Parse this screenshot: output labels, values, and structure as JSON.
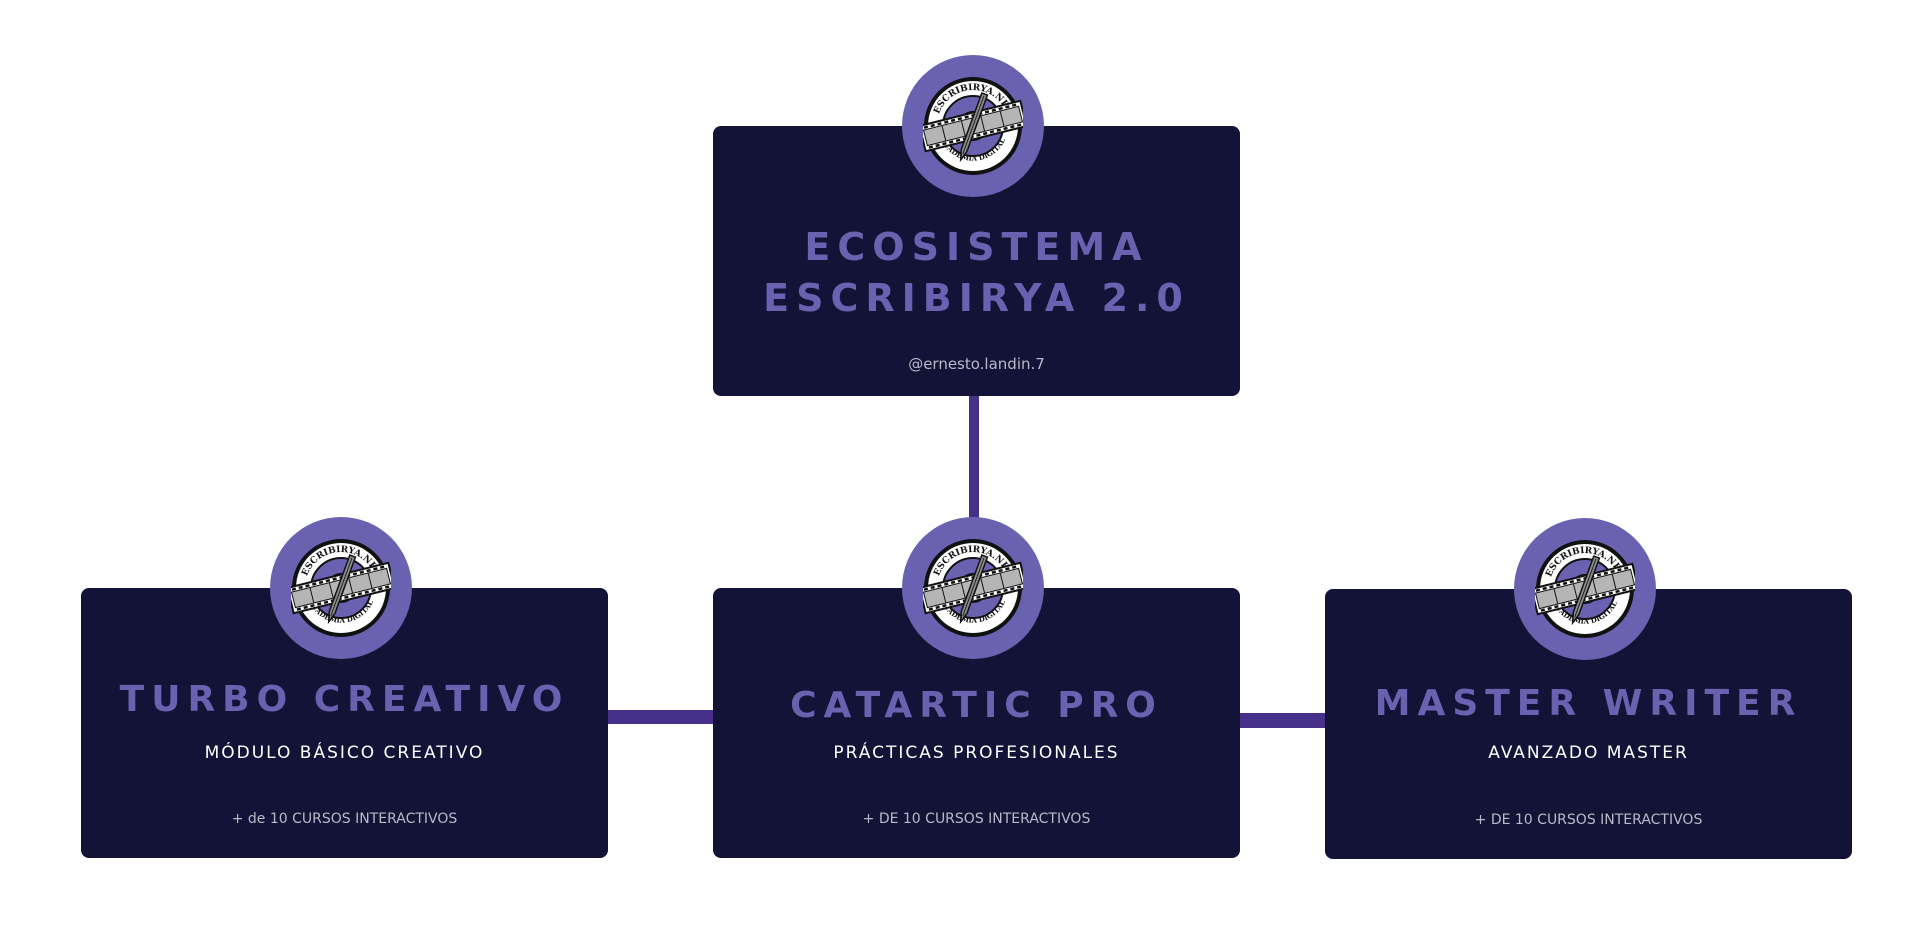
{
  "colors": {
    "background": "#ffffff",
    "card": "#121336",
    "accent": "#6a62b0",
    "connector": "#47308a",
    "subtitle": "#ffffff",
    "footer": "#b9b9c7"
  },
  "logo": {
    "icon": "escribirya-film-pen-logo",
    "top_text": "ESCRIBIRYA.NET",
    "bottom_text": "ACADEMIA DIGITAL"
  },
  "root": {
    "title_line1": "ECOSISTEMA",
    "title_line2": "ESCRIBIRYA 2.0",
    "footer": "@ernesto.landin.7"
  },
  "modules": [
    {
      "title": "TURBO CREATIVO",
      "subtitle": "MÓDULO BÁSICO CREATIVO",
      "footer": "+ de 10 CURSOS INTERACTIVOS"
    },
    {
      "title": "CATARTIC PRO",
      "subtitle": "PRÁCTICAS PROFESIONALES",
      "footer": "+ DE 10 CURSOS INTERACTIVOS"
    },
    {
      "title": "MASTER WRITER",
      "subtitle": "AVANZADO MASTER",
      "footer": "+ DE 10 CURSOS INTERACTIVOS"
    }
  ]
}
